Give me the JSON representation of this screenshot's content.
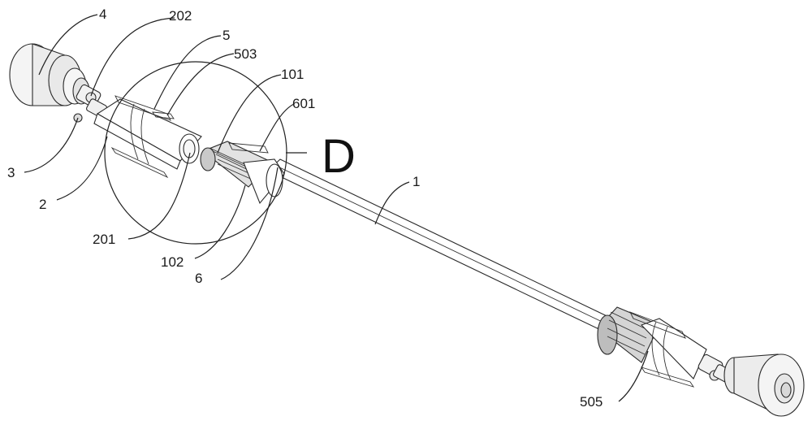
{
  "diagram": {
    "detail_label": "D",
    "labels": {
      "l4": "4",
      "l202": "202",
      "l5": "5",
      "l503": "503",
      "l101": "101",
      "l601": "601",
      "l3": "3",
      "l2": "2",
      "l201": "201",
      "l102": "102",
      "l6": "6",
      "l1": "1",
      "l505": "505"
    }
  }
}
